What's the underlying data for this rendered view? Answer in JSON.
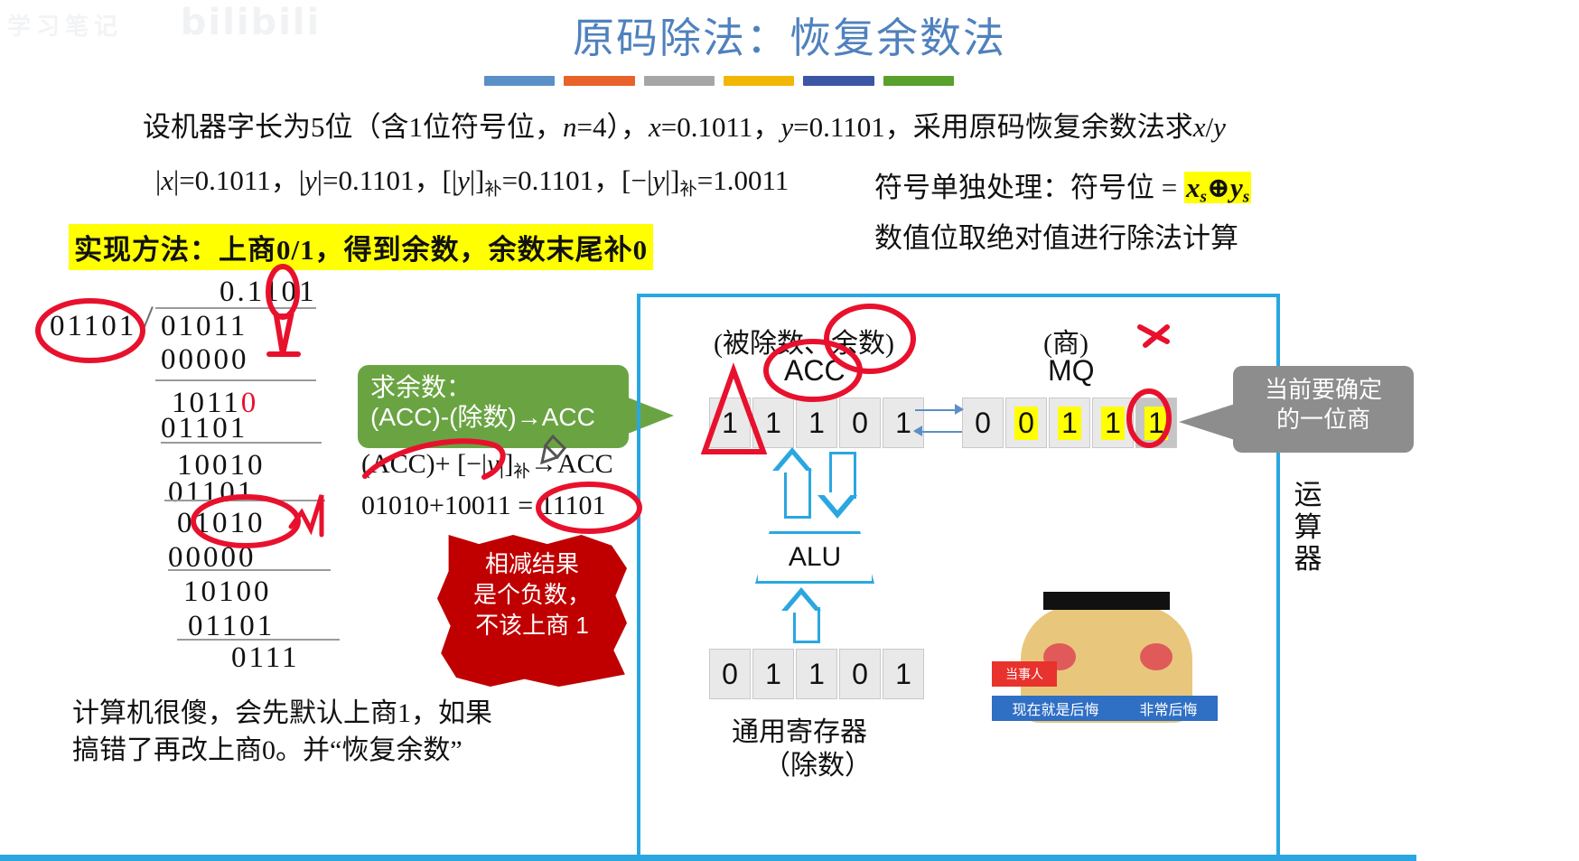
{
  "watermark": {
    "left_text": "学习笔记",
    "brand": "bilibili"
  },
  "title": "原码除法：恢复余数法",
  "color_bars": [
    "#5b8fc7",
    "#e8632a",
    "#a6a6a6",
    "#f2b705",
    "#3c55a5",
    "#5aa02c"
  ],
  "statement": {
    "line1_a": "设机器字长为5位（含1位符号位，",
    "line1_n": "n",
    "line1_b": "=4），",
    "line1_x": "x",
    "line1_c": "=0.1011，",
    "line1_y": "y",
    "line1_d": "=0.1101，采用原码恢复余数法求",
    "line1_x2": "x",
    "line1_e": "/",
    "line1_y2": "y",
    "line2_x": "x",
    "line2_a": "|=0.1011，|",
    "line2_y": "y",
    "line2_b": "|=0.1101，[|",
    "line2_y2": "y",
    "line2_c": "|]",
    "line2_sub1": "补",
    "line2_d": "=0.1101，[−|",
    "line2_y3": "y",
    "line2_e": "|]",
    "line2_sub2": "补",
    "line2_f": "=1.0011"
  },
  "right_notes": {
    "note1_prefix": "符号单独处理：符号位 = ",
    "note1_formula_x": "x",
    "note1_formula_sub1": "s",
    "note1_formula_op": "⊕",
    "note1_formula_y": "y",
    "note1_formula_sub2": "s",
    "note2": "数值位取绝对值进行除法计算"
  },
  "method_banner": "实现方法：上商0/1，得到余数，余数末尾补0",
  "division": {
    "quotient": "0.1101",
    "divisor": "01101",
    "dividend": "01011",
    "rows": [
      "00000",
      "10110",
      "01101",
      "10010",
      "01101",
      "01010",
      "00000",
      "10100",
      "01101",
      "0111"
    ],
    "red_digit_row_index": 1,
    "red_digit": "0"
  },
  "green_callout": {
    "line1": "求余数：",
    "line2": "(ACC)-(除数)→ACC"
  },
  "formulas": {
    "f1_a": "(ACC)+ [−|",
    "f1_y": "y",
    "f1_b": "|]",
    "f1_sub": "补",
    "f1_c": "→ACC",
    "f2": "01010+10011 = 11101"
  },
  "burst_callout": {
    "line1": "相减结果",
    "line2": "是个负数，",
    "line3": "不该上商 1"
  },
  "bottom_paragraph": {
    "line1": "计算机很傻，会先默认上商1，如果",
    "line2": "搞错了再改上商0。并“恢复余数”"
  },
  "panel": {
    "acc_label": "(被除数、余数)",
    "acc_name": "ACC",
    "mq_label": "(商)",
    "mq_name": "MQ",
    "acc_bits": [
      {
        "v": "1",
        "hl": false,
        "dark": false
      },
      {
        "v": "1",
        "hl": false,
        "dark": false
      },
      {
        "v": "1",
        "hl": false,
        "dark": false
      },
      {
        "v": "0",
        "hl": false,
        "dark": false
      },
      {
        "v": "1",
        "hl": false,
        "dark": false
      }
    ],
    "mq_bits": [
      {
        "v": "0",
        "hl": false,
        "dark": false
      },
      {
        "v": "0",
        "hl": true,
        "dark": false
      },
      {
        "v": "1",
        "hl": true,
        "dark": false
      },
      {
        "v": "1",
        "hl": true,
        "dark": false
      },
      {
        "v": "1",
        "hl": true,
        "dark": true
      }
    ],
    "alu": "ALU",
    "gr_bits": [
      "0",
      "1",
      "1",
      "0",
      "1"
    ],
    "gr_label1": "通用寄存器",
    "gr_label2": "（除数）",
    "gray_callout_line1": "当前要确定",
    "gray_callout_line2": "的一位商",
    "vertical_label": "运算器"
  },
  "meme": {
    "tag": "当事人",
    "bar_left": "现在就是后悔",
    "bar_right": "非常后悔"
  },
  "colors": {
    "title_blue": "#4f81bd",
    "panel_blue": "#2aa7e0",
    "green": "#6aa442",
    "red": "#c00000",
    "ink_red": "#e8112d",
    "gray": "#8d8d8d",
    "highlight_yellow": "#ffff00"
  }
}
